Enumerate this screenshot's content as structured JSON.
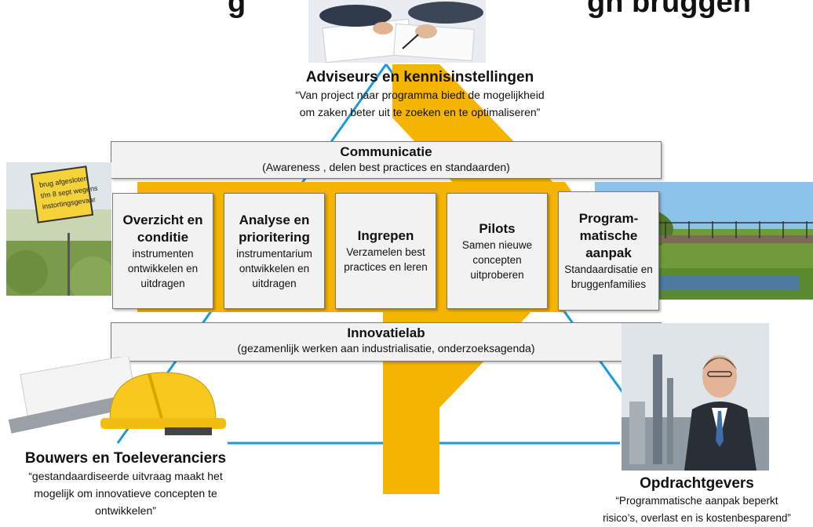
{
  "header": {
    "left_fragment": "g",
    "right_fragment": "gn bruggen"
  },
  "top": {
    "title": "Adviseurs en kennisinstellingen",
    "quote_line1": "“Van project naar programma biedt de mogelijkheid",
    "quote_line2": "om zaken beter uit te zoeken en te optimaliseren”",
    "photo_icon": "business-handshake-photo"
  },
  "communicatie": {
    "title": "Communicatie",
    "subtitle": "(Awareness , delen best practices en standaarden)"
  },
  "steps": [
    {
      "title": "Overzicht en conditie",
      "desc": "instrumenten ontwikkelen en uitdragen"
    },
    {
      "title": "Analyse en prioritering",
      "desc": "instrumentarium ontwikkelen en uitdragen"
    },
    {
      "title": "Ingrepen",
      "desc": "Verzamelen best practices en leren"
    },
    {
      "title": "Pilots",
      "desc": "Samen nieuwe concepten uitproberen"
    },
    {
      "title": "Program-matische aanpak",
      "desc": "Standaardisatie en bruggenfamilies"
    }
  ],
  "innovatielab": {
    "title": "Innovatielab",
    "subtitle": "(gezamenlijk werken aan industrialisatie, onderzoeksagenda)"
  },
  "left": {
    "title": "Bouwers en Toeleveranciers",
    "quote_line1": "“gestandaardiseerde uitvraag maakt het",
    "quote_line2": "mogelijk om innovatieve concepten te",
    "quote_line3": "ontwikkelen”",
    "sign_text": "brug afgesloten t/m 8 sept wegens instortingsgevaar"
  },
  "right": {
    "title": "Opdrachtgevers",
    "quote_line1": "“Programmatische aanpak beperkt",
    "quote_line2": "risico’s, overlast en is kostenbesparend”"
  },
  "colors": {
    "accent_yellow": "#f5b400",
    "connector_blue": "#1c9ad6",
    "box_fill": "#f2f2f2",
    "box_border": "#7a7a7a"
  }
}
